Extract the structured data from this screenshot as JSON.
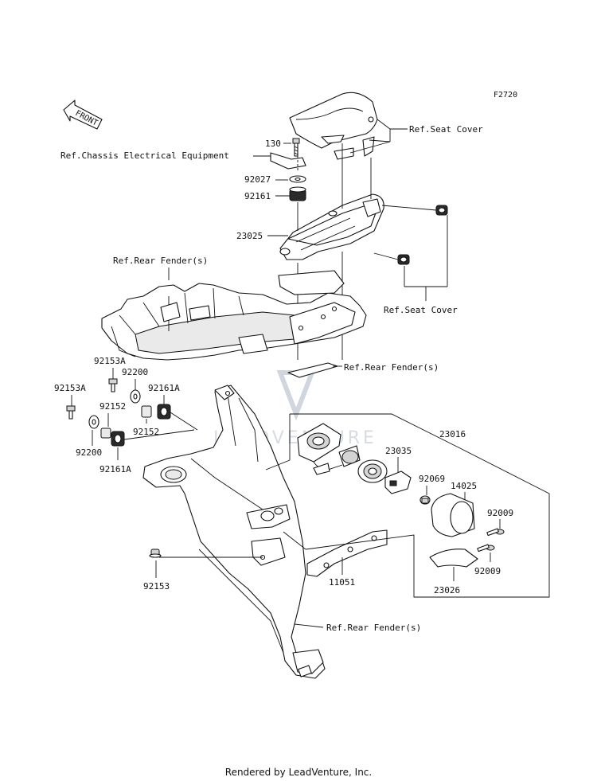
{
  "figure_code": "F2720",
  "front_arrow_label": "FRONT",
  "watermark_text": "LEADVENTURE",
  "footer": "Rendered by LeadVenture, Inc.",
  "labels": {
    "ref_seat_cover_1": "Ref.Seat Cover",
    "ref_seat_cover_2": "Ref.Seat Cover",
    "ref_chassis_electrical": "Ref.Chassis Electrical Equipment",
    "ref_rear_fender_1": "Ref.Rear Fender(s)",
    "ref_rear_fender_2": "Ref.Rear Fender(s)",
    "ref_rear_fender_3": "Ref.Rear Fender(s)",
    "p130": "130",
    "p92027": "92027",
    "p92161_top": "92161",
    "p23025": "23025",
    "p92153A_a": "92153A",
    "p92200_a": "92200",
    "p92161A_a": "92161A",
    "p92153A_b": "92153A",
    "p92152_a": "92152",
    "p92152_b": "92152",
    "p92200_b": "92200",
    "p92161A_b": "92161A",
    "p92153": "92153",
    "p11051": "11051",
    "p23016": "23016",
    "p23035": "23035",
    "p92069": "92069",
    "p14025": "14025",
    "p92009_a": "92009",
    "p92009_b": "92009",
    "p23026": "23026"
  }
}
